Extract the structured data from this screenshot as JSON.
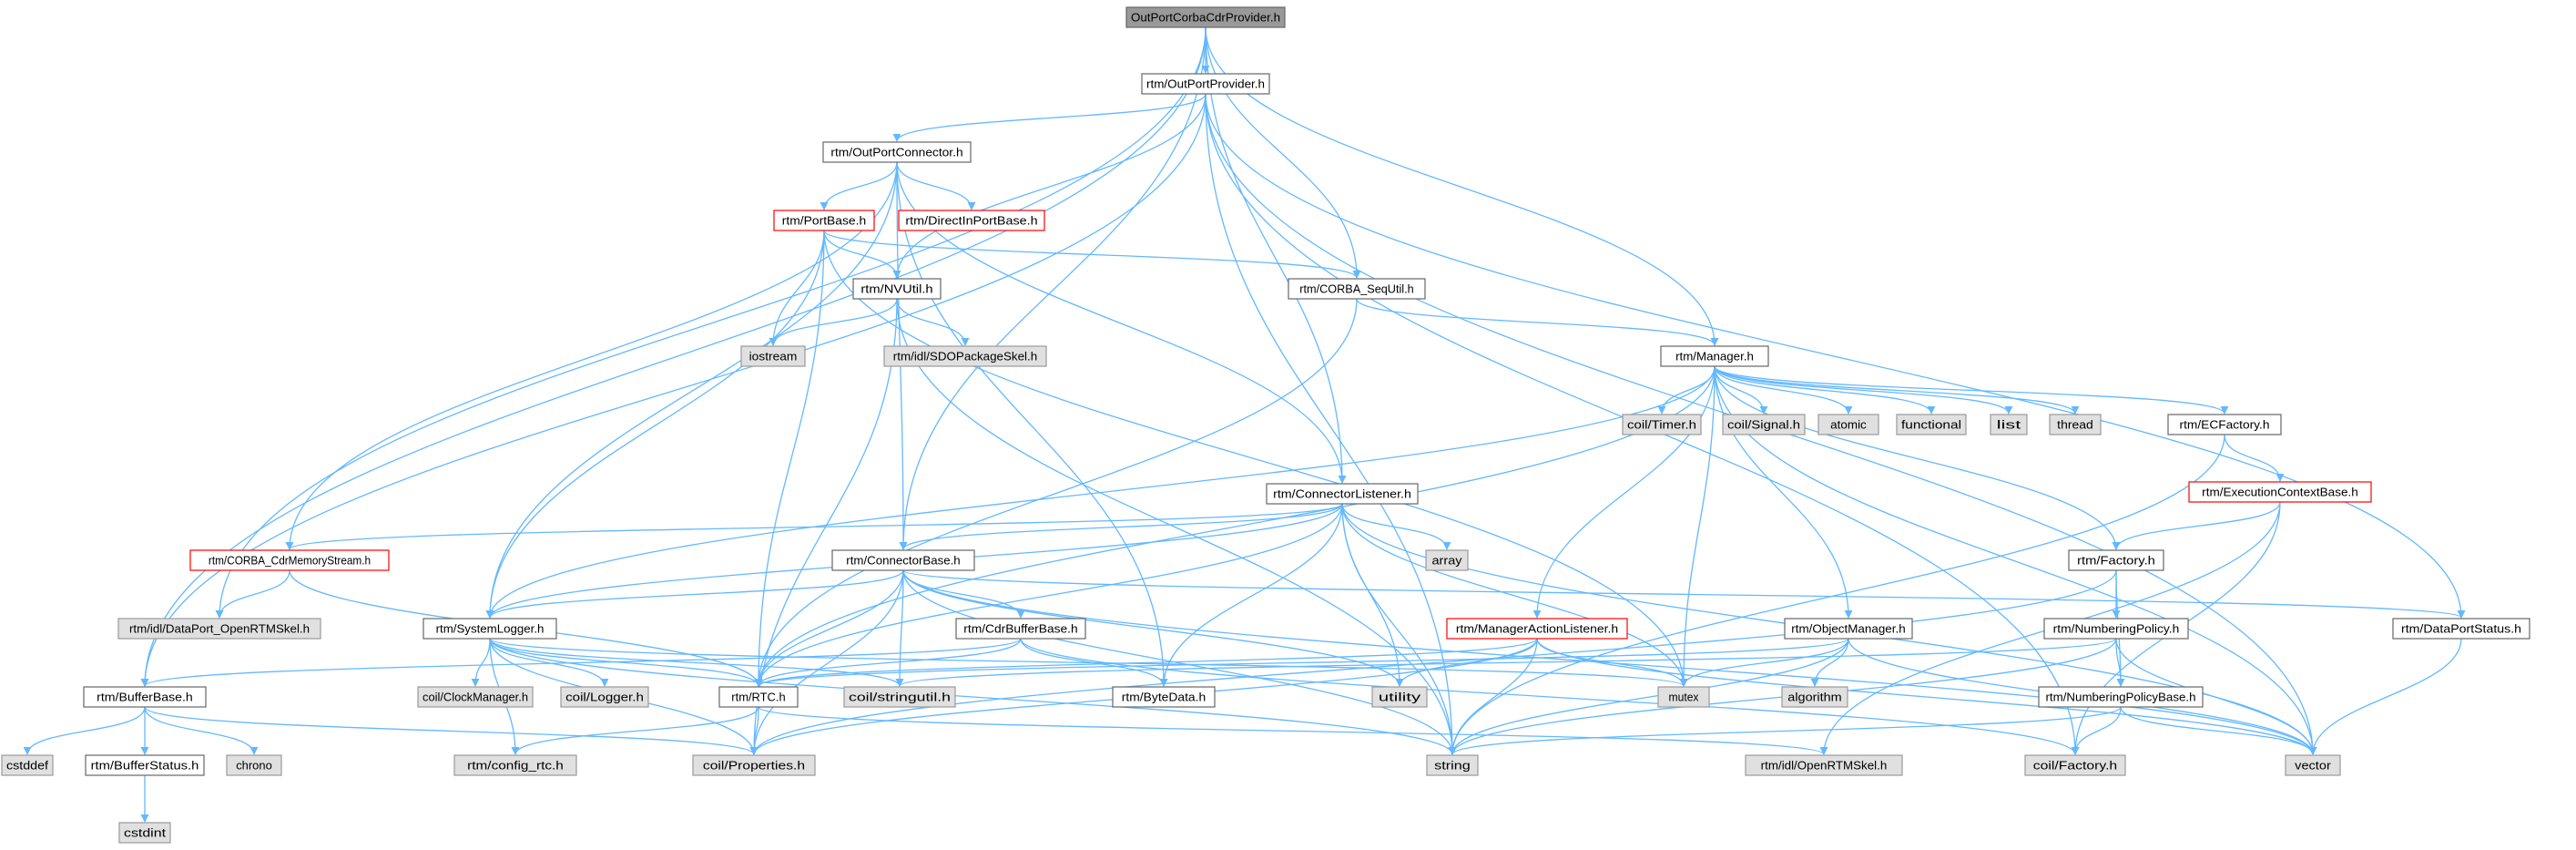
{
  "colors": {
    "edge": "#63b8ff",
    "root_fill": "#999999",
    "root_stroke": "#666666",
    "internal_fill": "#ffffff",
    "internal_stroke": "#666666",
    "incomplete_stroke": "#ff0000",
    "system_fill": "#e0e0e0",
    "system_stroke": "#999999",
    "text": "#000000"
  },
  "nodes": [
    {
      "id": "root",
      "label": "OutPortCorbaCdrProvider.h",
      "kind": "root"
    },
    {
      "id": "outportprovider",
      "label": "rtm/OutPortProvider.h",
      "kind": "internal"
    },
    {
      "id": "outportconnector",
      "label": "rtm/OutPortConnector.h",
      "kind": "internal"
    },
    {
      "id": "portbase",
      "label": "rtm/PortBase.h",
      "kind": "incomplete"
    },
    {
      "id": "directinportbase",
      "label": "rtm/DirectInPortBase.h",
      "kind": "incomplete"
    },
    {
      "id": "nvutil",
      "label": "rtm/NVUtil.h",
      "kind": "internal"
    },
    {
      "id": "iostream",
      "label": "iostream",
      "kind": "system"
    },
    {
      "id": "sdopackageskel",
      "label": "rtm/idl/SDOPackageSkel.h",
      "kind": "system"
    },
    {
      "id": "corba_sequtil",
      "label": "rtm/CORBA_SeqUtil.h",
      "kind": "internal"
    },
    {
      "id": "manager",
      "label": "rtm/Manager.h",
      "kind": "internal"
    },
    {
      "id": "timer",
      "label": "coil/Timer.h",
      "kind": "system"
    },
    {
      "id": "signal",
      "label": "coil/Signal.h",
      "kind": "system"
    },
    {
      "id": "atomic",
      "label": "atomic",
      "kind": "system"
    },
    {
      "id": "functional",
      "label": "functional",
      "kind": "system"
    },
    {
      "id": "list",
      "label": "list",
      "kind": "system"
    },
    {
      "id": "thread",
      "label": "thread",
      "kind": "system"
    },
    {
      "id": "ecfactory",
      "label": "rtm/ECFactory.h",
      "kind": "internal"
    },
    {
      "id": "executioncontextbase",
      "label": "rtm/ExecutionContextBase.h",
      "kind": "incomplete"
    },
    {
      "id": "connectorlistener",
      "label": "rtm/ConnectorListener.h",
      "kind": "internal"
    },
    {
      "id": "array",
      "label": "array",
      "kind": "system"
    },
    {
      "id": "corba_cdrmemorystream",
      "label": "rtm/CORBA_CdrMemoryStream.h",
      "kind": "incomplete"
    },
    {
      "id": "connectorbase",
      "label": "rtm/ConnectorBase.h",
      "kind": "internal"
    },
    {
      "id": "factory",
      "label": "rtm/Factory.h",
      "kind": "internal"
    },
    {
      "id": "dataport_openrtmskel",
      "label": "rtm/idl/DataPort_OpenRTMSkel.h",
      "kind": "system"
    },
    {
      "id": "systemlogger",
      "label": "rtm/SystemLogger.h",
      "kind": "internal"
    },
    {
      "id": "cdrbufferbase",
      "label": "rtm/CdrBufferBase.h",
      "kind": "internal"
    },
    {
      "id": "managerActionListener",
      "label": "rtm/ManagerActionListener.h",
      "kind": "incomplete"
    },
    {
      "id": "objectmanager",
      "label": "rtm/ObjectManager.h",
      "kind": "internal"
    },
    {
      "id": "numberingpolicy",
      "label": "rtm/NumberingPolicy.h",
      "kind": "internal"
    },
    {
      "id": "dataportstatus",
      "label": "rtm/DataPortStatus.h",
      "kind": "internal"
    },
    {
      "id": "bufferbase",
      "label": "rtm/BufferBase.h",
      "kind": "internal"
    },
    {
      "id": "clockmanager",
      "label": "coil/ClockManager.h",
      "kind": "system"
    },
    {
      "id": "coil_logger",
      "label": "coil/Logger.h",
      "kind": "system"
    },
    {
      "id": "rtc",
      "label": "rtm/RTC.h",
      "kind": "internal"
    },
    {
      "id": "stringutil",
      "label": "coil/stringutil.h",
      "kind": "system"
    },
    {
      "id": "bytedata",
      "label": "rtm/ByteData.h",
      "kind": "internal"
    },
    {
      "id": "utility",
      "label": "utility",
      "kind": "system"
    },
    {
      "id": "mutex",
      "label": "mutex",
      "kind": "system"
    },
    {
      "id": "algorithm",
      "label": "algorithm",
      "kind": "system"
    },
    {
      "id": "numberingpolicybase",
      "label": "rtm/NumberingPolicyBase.h",
      "kind": "internal"
    },
    {
      "id": "cstddef",
      "label": "cstddef",
      "kind": "system"
    },
    {
      "id": "bufferstatus",
      "label": "rtm/BufferStatus.h",
      "kind": "internal"
    },
    {
      "id": "chrono",
      "label": "chrono",
      "kind": "system"
    },
    {
      "id": "config_rtc",
      "label": "rtm/config_rtc.h",
      "kind": "system"
    },
    {
      "id": "properties",
      "label": "coil/Properties.h",
      "kind": "system"
    },
    {
      "id": "string",
      "label": "string",
      "kind": "system"
    },
    {
      "id": "openrtmskel",
      "label": "rtm/idl/OpenRTMSkel.h",
      "kind": "system"
    },
    {
      "id": "coil_factory",
      "label": "coil/Factory.h",
      "kind": "system"
    },
    {
      "id": "vector",
      "label": "vector",
      "kind": "system"
    },
    {
      "id": "cstdint",
      "label": "cstdint",
      "kind": "system"
    }
  ],
  "edges": [
    [
      "root",
      "outportprovider"
    ],
    [
      "root",
      "manager"
    ],
    [
      "root",
      "corba_sequtil"
    ],
    [
      "root",
      "connectorlistener"
    ],
    [
      "root",
      "connectorbase"
    ],
    [
      "root",
      "dataport_openrtmskel"
    ],
    [
      "root",
      "bufferbase"
    ],
    [
      "outportprovider",
      "outportconnector"
    ],
    [
      "outportprovider",
      "nvutil"
    ],
    [
      "outportprovider",
      "string"
    ],
    [
      "outportprovider",
      "dataportstatus"
    ],
    [
      "outportprovider",
      "coil_factory"
    ],
    [
      "outportprovider",
      "bufferbase"
    ],
    [
      "outportprovider",
      "vector"
    ],
    [
      "outportconnector",
      "portbase"
    ],
    [
      "outportconnector",
      "directinportbase"
    ],
    [
      "outportconnector",
      "connectorbase"
    ],
    [
      "outportconnector",
      "systemlogger"
    ],
    [
      "outportconnector",
      "corba_cdrmemorystream"
    ],
    [
      "outportconnector",
      "bytedata"
    ],
    [
      "outportconnector",
      "connectorlistener"
    ],
    [
      "portbase",
      "nvutil"
    ],
    [
      "portbase",
      "iostream"
    ],
    [
      "portbase",
      "corba_sequtil"
    ],
    [
      "portbase",
      "systemlogger"
    ],
    [
      "portbase",
      "rtc"
    ],
    [
      "portbase",
      "mutex"
    ],
    [
      "nvutil",
      "iostream"
    ],
    [
      "nvutil",
      "sdopackageskel"
    ],
    [
      "nvutil",
      "properties"
    ],
    [
      "nvutil",
      "string"
    ],
    [
      "corba_sequtil",
      "manager"
    ],
    [
      "corba_sequtil",
      "rtc"
    ],
    [
      "manager",
      "timer"
    ],
    [
      "manager",
      "signal"
    ],
    [
      "manager",
      "atomic"
    ],
    [
      "manager",
      "functional"
    ],
    [
      "manager",
      "list"
    ],
    [
      "manager",
      "thread"
    ],
    [
      "manager",
      "ecfactory"
    ],
    [
      "manager",
      "factory"
    ],
    [
      "manager",
      "objectmanager"
    ],
    [
      "manager",
      "managerActionListener"
    ],
    [
      "manager",
      "systemlogger"
    ],
    [
      "manager",
      "rtc"
    ],
    [
      "manager",
      "mutex"
    ],
    [
      "manager",
      "vector"
    ],
    [
      "ecfactory",
      "executioncontextbase"
    ],
    [
      "ecfactory",
      "string"
    ],
    [
      "executioncontextbase",
      "factory"
    ],
    [
      "executioncontextbase",
      "coil_factory"
    ],
    [
      "executioncontextbase",
      "openrtmskel"
    ],
    [
      "connectorlistener",
      "corba_cdrmemorystream"
    ],
    [
      "connectorlistener",
      "connectorbase"
    ],
    [
      "connectorlistener",
      "array"
    ],
    [
      "connectorlistener",
      "rtc"
    ],
    [
      "connectorlistener",
      "bytedata"
    ],
    [
      "connectorlistener",
      "utility"
    ],
    [
      "connectorlistener",
      "string"
    ],
    [
      "connectorlistener",
      "mutex"
    ],
    [
      "connectorlistener",
      "vector"
    ],
    [
      "connectorlistener",
      "systemlogger"
    ],
    [
      "corba_cdrmemorystream",
      "dataport_openrtmskel"
    ],
    [
      "corba_cdrmemorystream",
      "rtc"
    ],
    [
      "connectorbase",
      "systemlogger"
    ],
    [
      "connectorbase",
      "cdrbufferbase"
    ],
    [
      "connectorbase",
      "rtc"
    ],
    [
      "connectorbase",
      "stringutil"
    ],
    [
      "connectorbase",
      "properties"
    ],
    [
      "connectorbase",
      "utility"
    ],
    [
      "connectorbase",
      "dataportstatus"
    ],
    [
      "connectorbase",
      "vector"
    ],
    [
      "connectorbase",
      "string"
    ],
    [
      "factory",
      "numberingpolicy"
    ],
    [
      "factory",
      "numberingpolicybase"
    ],
    [
      "factory",
      "properties"
    ],
    [
      "systemlogger",
      "clockmanager"
    ],
    [
      "systemlogger",
      "coil_logger"
    ],
    [
      "systemlogger",
      "rtc"
    ],
    [
      "systemlogger",
      "stringutil"
    ],
    [
      "systemlogger",
      "config_rtc"
    ],
    [
      "systemlogger",
      "properties"
    ],
    [
      "systemlogger",
      "mutex"
    ],
    [
      "systemlogger",
      "string"
    ],
    [
      "cdrbufferbase",
      "bufferbase"
    ],
    [
      "cdrbufferbase",
      "bytedata"
    ],
    [
      "cdrbufferbase",
      "rtc"
    ],
    [
      "cdrbufferbase",
      "coil_factory"
    ],
    [
      "managerActionListener",
      "rtc"
    ],
    [
      "managerActionListener",
      "utility"
    ],
    [
      "managerActionListener",
      "mutex"
    ],
    [
      "managerActionListener",
      "properties"
    ],
    [
      "managerActionListener",
      "string"
    ],
    [
      "managerActionListener",
      "vector"
    ],
    [
      "objectmanager",
      "rtc"
    ],
    [
      "objectmanager",
      "mutex"
    ],
    [
      "objectmanager",
      "algorithm"
    ],
    [
      "objectmanager",
      "string"
    ],
    [
      "objectmanager",
      "vector"
    ],
    [
      "numberingpolicy",
      "numberingpolicybase"
    ],
    [
      "numberingpolicy",
      "stringutil"
    ],
    [
      "numberingpolicy",
      "string"
    ],
    [
      "numberingpolicy",
      "vector"
    ],
    [
      "numberingpolicybase",
      "coil_factory"
    ],
    [
      "numberingpolicybase",
      "string"
    ],
    [
      "numberingpolicybase",
      "vector"
    ],
    [
      "dataportstatus",
      "vector"
    ],
    [
      "bufferbase",
      "cstddef"
    ],
    [
      "bufferbase",
      "bufferstatus"
    ],
    [
      "bufferbase",
      "chrono"
    ],
    [
      "bufferbase",
      "properties"
    ],
    [
      "bufferstatus",
      "cstdint"
    ],
    [
      "rtc",
      "config_rtc"
    ],
    [
      "rtc",
      "properties"
    ],
    [
      "rtc",
      "openrtmskel"
    ]
  ]
}
